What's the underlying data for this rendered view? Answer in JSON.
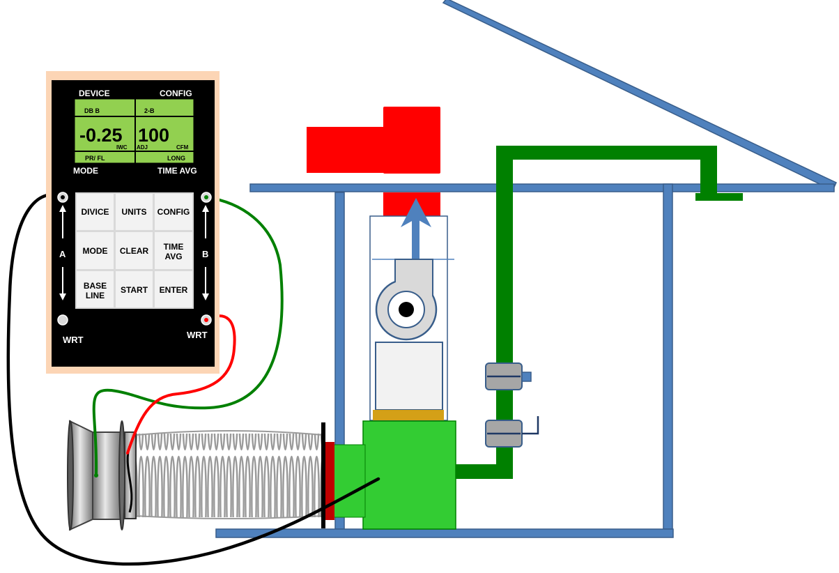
{
  "meter": {
    "top_left_label": "DEVICE",
    "top_right_label": "CONFIG",
    "bottom_left_label": "MODE",
    "bottom_right_label": "TIME AVG",
    "display": {
      "channel_a_title": "DB B",
      "channel_b_title": "2-B",
      "channel_a_value": "-0.25",
      "channel_b_value": "100",
      "channel_a_unit": "IWC",
      "channel_b_mode": "ADJ",
      "channel_b_unit": "CFM",
      "channel_a_footer": "PR/ FL",
      "channel_b_footer": "LONG"
    },
    "keys": {
      "r1c1": "DIVICE",
      "r1c2": "UNITS",
      "r1c3": "CONFIG",
      "r2c1": "MODE",
      "r2c2": "CLEAR",
      "r2c3_line1": "TIME",
      "r2c3_line2": "AVG",
      "r3c1_line1": "BASE",
      "r3c1_line2": "LINE",
      "r3c2": "START",
      "r3c3": "ENTER"
    },
    "port_a_label": "A",
    "port_b_label": "B",
    "wrt_left_label": "WRT",
    "wrt_right_label": "WRT"
  },
  "colors": {
    "frame_blue": "#4f81bd",
    "frame_outline": "#385d8a",
    "duct_green": "#008000",
    "plenum_green": "#33cc33",
    "exhaust_red": "#ff0000",
    "meter_bezel": "#fcd5b5",
    "lcd_green": "#92d050",
    "hose_black": "#000000",
    "hose_green": "#008000",
    "hose_red": "#ff0000"
  }
}
